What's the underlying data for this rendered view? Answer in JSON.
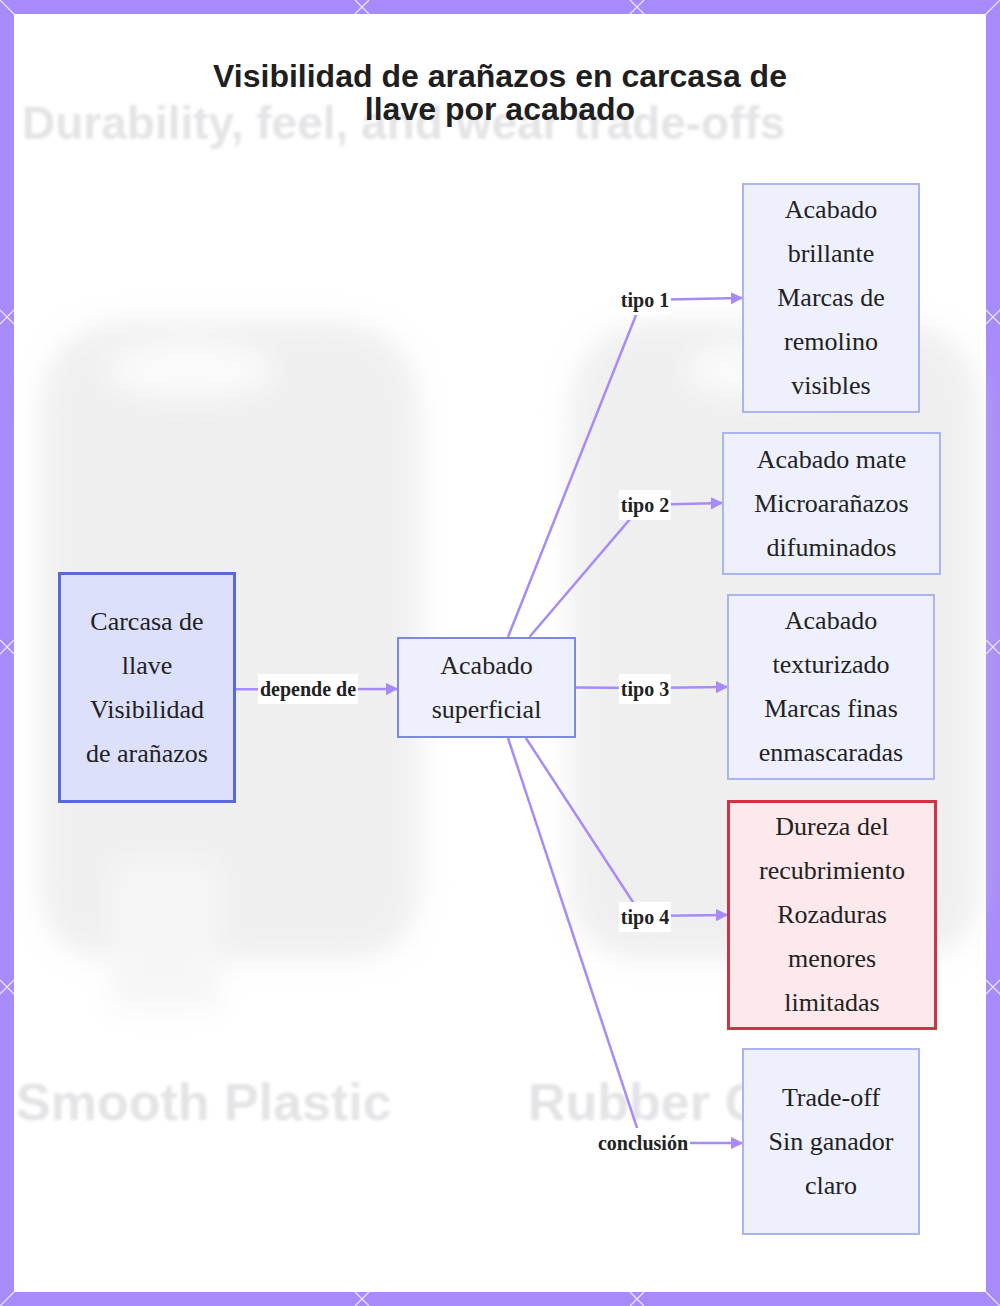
{
  "diagram": {
    "title": "Visibilidad de arañazos en carcasa de llave por acabado",
    "nodes": [
      {
        "text": [
          "Carcasa de llave",
          "Visibilidad de arañazos"
        ]
      },
      {
        "text": [
          "Acabado superficial"
        ]
      },
      {
        "text": [
          "Acabado brillante",
          "Marcas de remolino visibles"
        ]
      },
      {
        "text": [
          "Acabado mate",
          "Microarañazos difuminados"
        ]
      },
      {
        "text": [
          "Acabado texturizado",
          "Marcas finas enmascaradas"
        ]
      },
      {
        "text": [
          "Dureza del recubrimiento",
          "Rozaduras menores limitadas"
        ]
      },
      {
        "text": [
          "Trade-off",
          "Sin ganador claro"
        ]
      }
    ],
    "edges": [
      {
        "from": 0,
        "to": 1,
        "label": "depende de",
        "arrow": "to"
      },
      {
        "from": 1,
        "to": 2,
        "label": "tipo 1",
        "arrow": "to"
      },
      {
        "from": 1,
        "to": 3,
        "label": "tipo 2",
        "arrow": "to"
      },
      {
        "from": 1,
        "to": 4,
        "label": "tipo 3",
        "arrow": "to"
      },
      {
        "from": 1,
        "to": 5,
        "label": "tipo 4",
        "arrow": "to"
      },
      {
        "from": 1,
        "to": 6,
        "label": "conclusión",
        "arrow": "to"
      }
    ],
    "labels": [
      "Durability, feel, and wear trade-offs",
      "Smooth Plastic",
      "Rubber Coating"
    ]
  }
}
